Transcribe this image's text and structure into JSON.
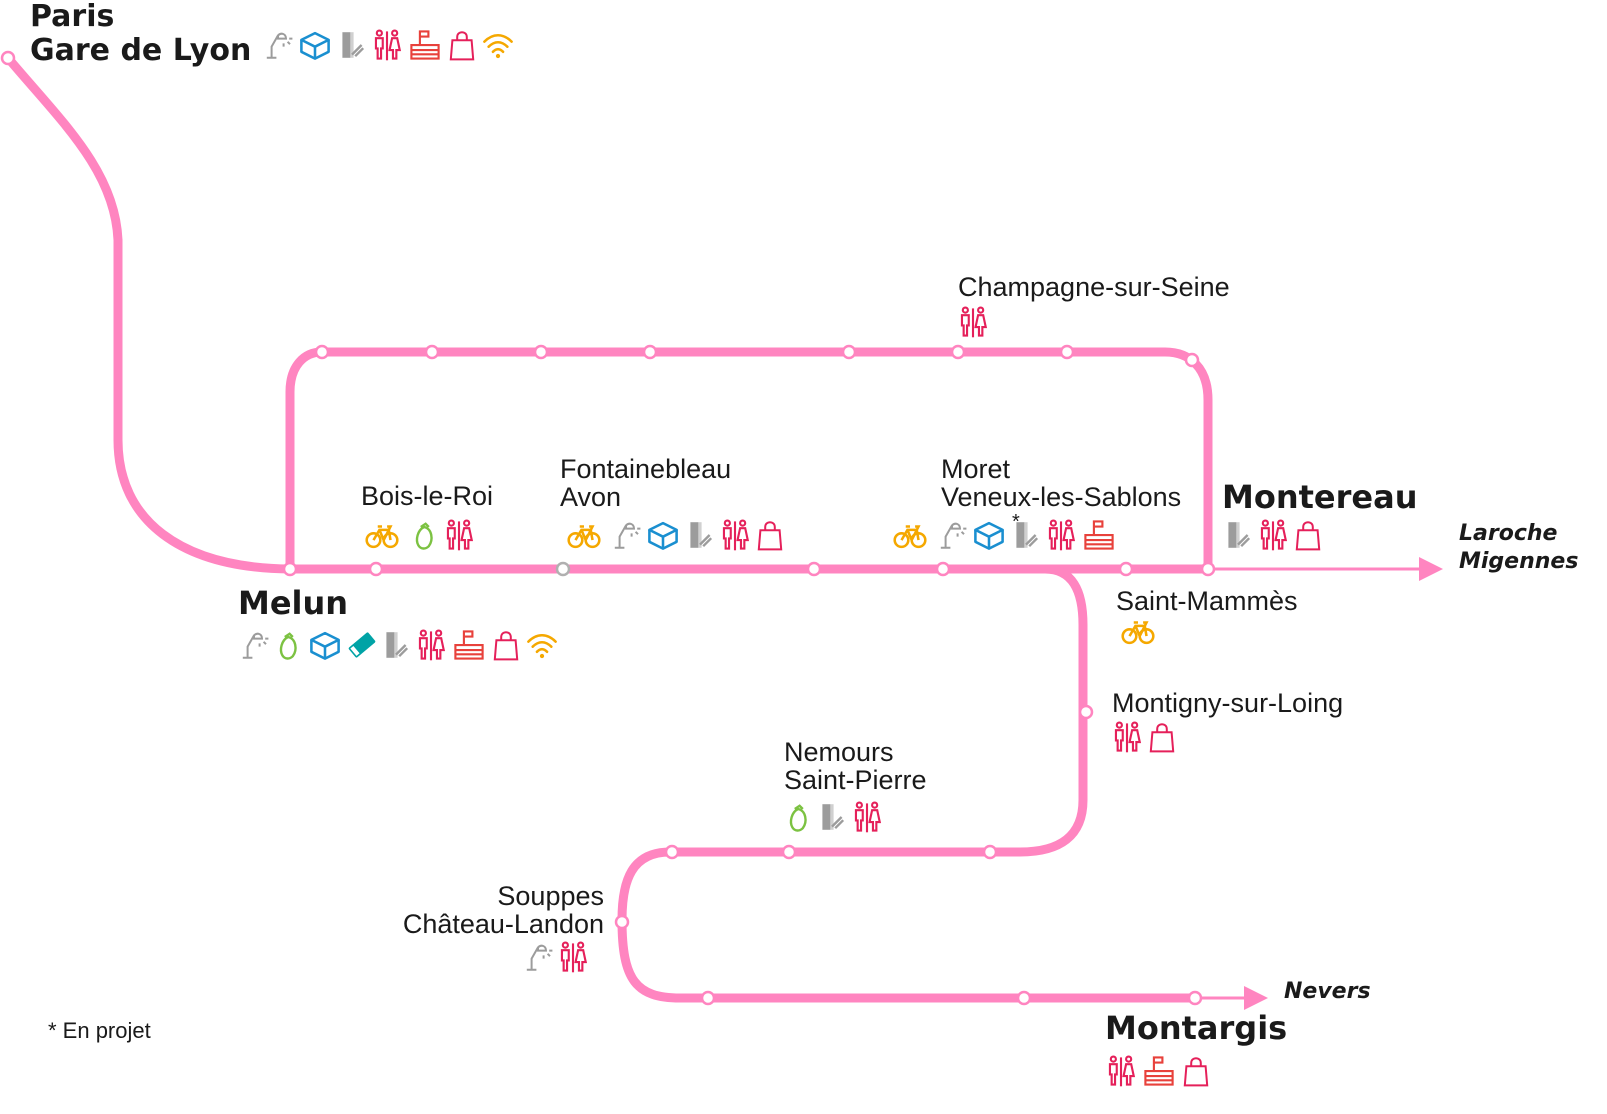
{
  "colors": {
    "line": "#ff85c0",
    "station_fill": "#ffffff",
    "text": "#1a1a1a",
    "icon_bike": "#f5a800",
    "icon_veg": "#7cc242",
    "icon_locker": "#1a8fd0",
    "icon_ticket": "#00a3a6",
    "icon_service": "#999999",
    "icon_wc": "#e5205a",
    "icon_food": "#e8413b",
    "icon_shop": "#e5205a",
    "icon_wifi": "#f5a800"
  },
  "stations": {
    "paris": {
      "line1": "Paris",
      "line2": "Gare de Lyon",
      "icons": [
        "lamp-icon",
        "locker-icon",
        "vending-icon",
        "wc-icon",
        "food-icon",
        "shop-icon",
        "wifi-icon"
      ]
    },
    "melun": {
      "name": "Melun",
      "icons": [
        "lamp-icon",
        "eggplant-icon",
        "locker-icon",
        "ticket-icon",
        "vending-icon",
        "wc-icon",
        "food-icon",
        "shop-icon",
        "wifi-icon"
      ]
    },
    "bois_le_roi": {
      "name": "Bois-le-Roi",
      "icons": [
        "bike-icon",
        "eggplant-icon",
        "wc-icon"
      ]
    },
    "fontainebleau": {
      "line1": "Fontainebleau",
      "line2": "Avon",
      "icons": [
        "bike-icon",
        "lamp-icon",
        "locker-icon",
        "vending-icon",
        "wc-icon",
        "shop-icon"
      ]
    },
    "moret": {
      "line1": "Moret",
      "line2": "Veneux-les-Sablons",
      "asterisk": "*",
      "icons": [
        "bike-icon",
        "lamp-icon",
        "locker-icon",
        "vending-icon",
        "wc-icon",
        "food-icon"
      ]
    },
    "montereau": {
      "name": "Montereau",
      "icons": [
        "vending-icon",
        "wc-icon",
        "shop-icon"
      ]
    },
    "champagne": {
      "name": "Champagne-sur-Seine",
      "icons": [
        "wc-icon"
      ]
    },
    "saint_mammes": {
      "name": "Saint-Mammès",
      "icons": [
        "bike-icon"
      ]
    },
    "montigny": {
      "name": "Montigny-sur-Loing",
      "icons": [
        "wc-icon",
        "shop-icon"
      ]
    },
    "nemours": {
      "line1": "Nemours",
      "line2": "Saint-Pierre",
      "icons": [
        "eggplant-icon",
        "vending-icon",
        "wc-icon"
      ]
    },
    "souppes": {
      "line1": "Souppes",
      "line2": "Château-Landon",
      "icons": [
        "lamp-icon",
        "wc-icon"
      ]
    },
    "montargis": {
      "name": "Montargis",
      "icons": [
        "wc-icon",
        "food-icon",
        "shop-icon"
      ]
    }
  },
  "directions": {
    "laroche": {
      "line1": "Laroche",
      "line2": "Migennes"
    },
    "nevers": {
      "name": "Nevers"
    }
  },
  "footnote": "* En projet"
}
